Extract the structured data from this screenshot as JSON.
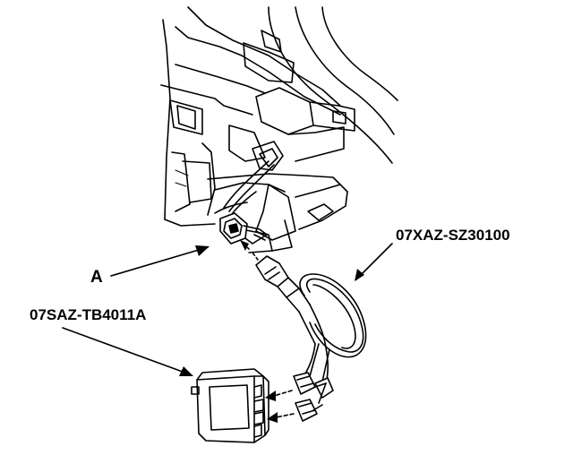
{
  "labels": {
    "callout_a": "A",
    "part_cable": "07XAZ-SZ30100",
    "part_box": "07SAZ-TB4011A"
  },
  "colors": {
    "ink": "#000000",
    "paper": "#ffffff"
  }
}
